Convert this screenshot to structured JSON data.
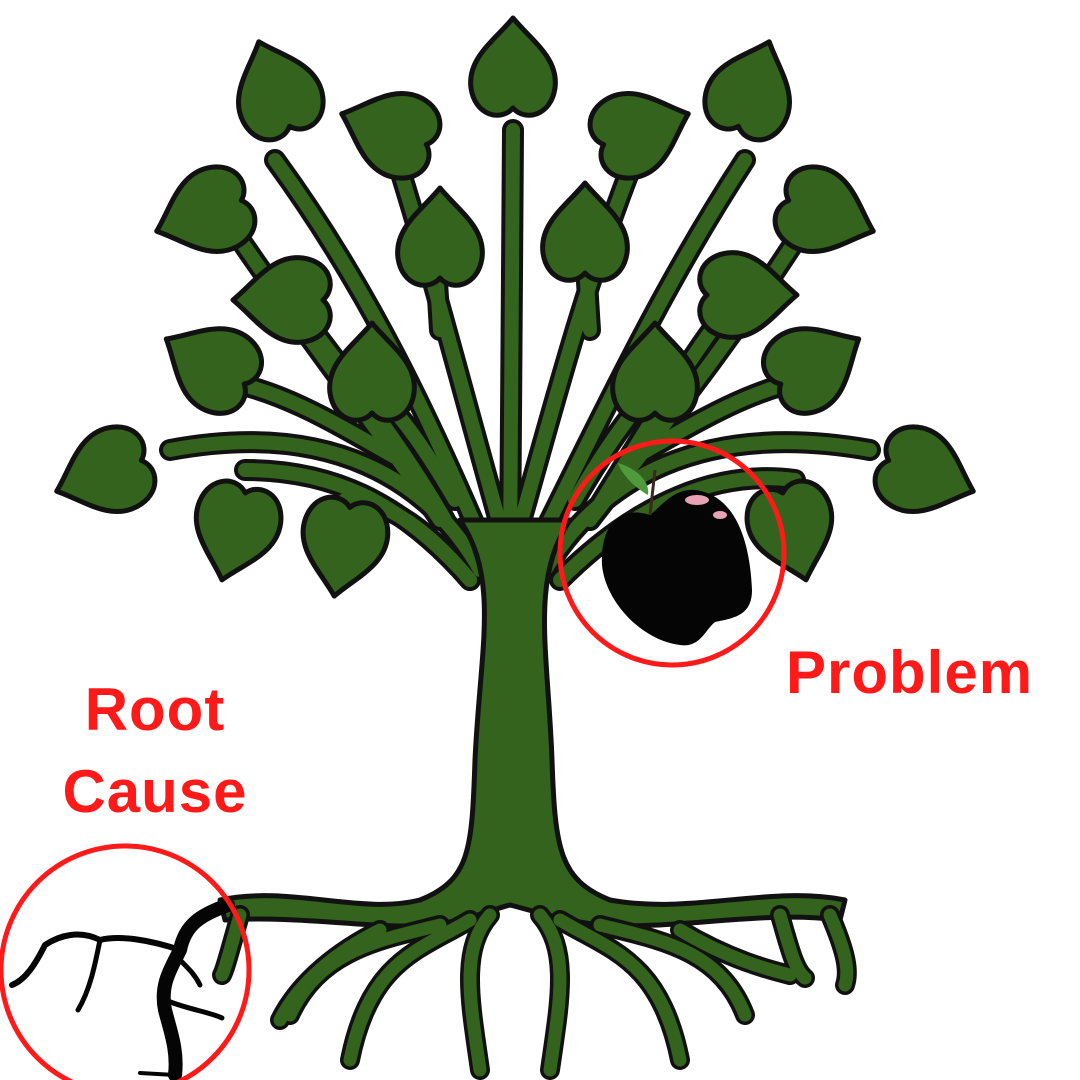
{
  "labels": {
    "root_cause_line1": "Root",
    "root_cause_line2": "Cause",
    "problem": "Problem"
  },
  "colors": {
    "foliage": "#33631c",
    "outline": "#111111",
    "highlight_circle": "#ff1a1a",
    "label_text": "#ff1a1a",
    "apple": "#050505"
  }
}
